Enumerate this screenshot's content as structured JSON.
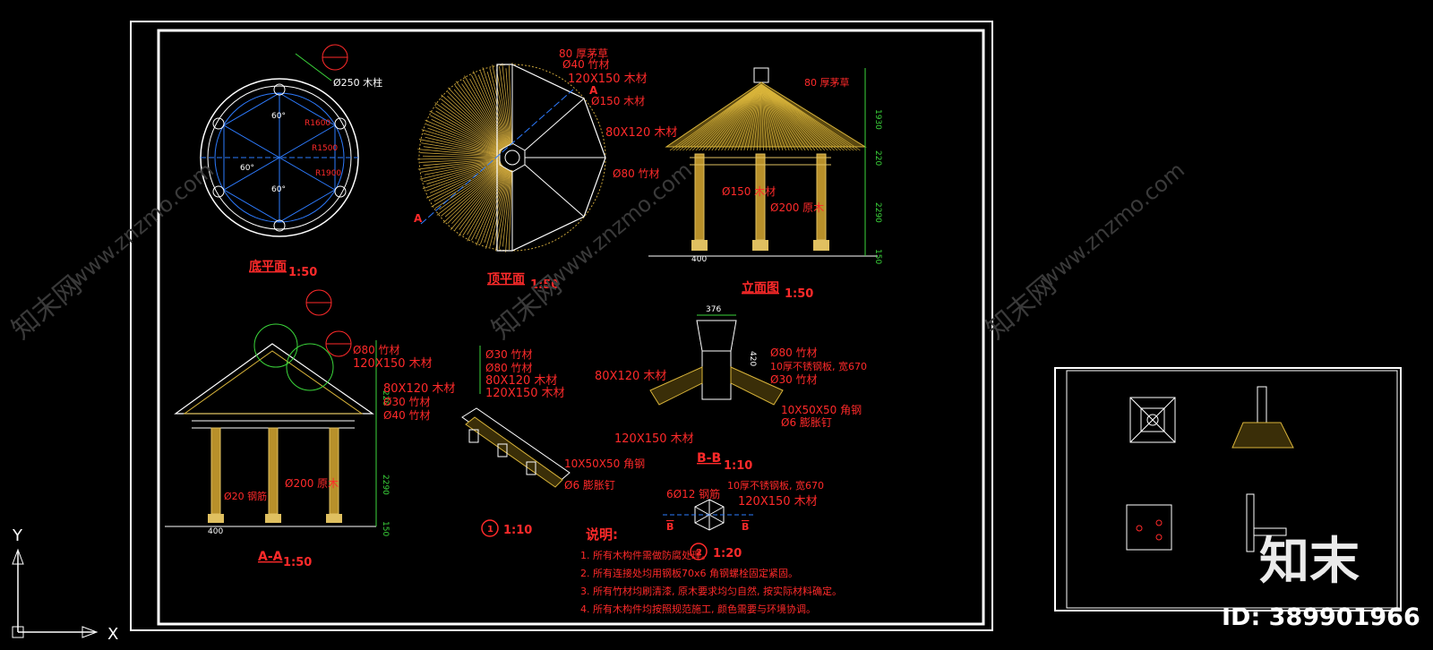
{
  "drawing": {
    "views": {
      "floor_plan": {
        "title": "底平面",
        "scale": "1:50"
      },
      "roof_plan": {
        "title": "顶平面",
        "scale": "1:50"
      },
      "elevation": {
        "title": "立面图",
        "scale": "1:50"
      },
      "section_aa": {
        "title": "A-A",
        "scale": "1:50"
      },
      "section_bb": {
        "title": "B-B",
        "scale": "1:10"
      },
      "detail_1": {
        "title": "1",
        "scale": "1:10"
      },
      "detail_2": {
        "title": "2",
        "scale": "1:20"
      }
    },
    "labels": {
      "rafter_80": "80 厚茅草",
      "pipe_40": "Ø40 竹材",
      "timber_120x150": "120X150 木材",
      "pipe_150": "Ø150 木材",
      "timber_80x120": "80X120 木材",
      "pipe_80": "Ø80 竹材",
      "pole_200": "Ø200 原木",
      "dia_250": "Ø250 木柱",
      "dia_30": "Ø30 竹材",
      "steel_10x70": "10厚不锈钢板, 宽670",
      "angle_10x50": "10X50X50 角钢",
      "bolt_6": "Ø6 膨胀钉",
      "rebar_6x12": "6Ø12 钢筋",
      "pole_20": "Ø20 钢筋",
      "section_a": "A",
      "section_b": "B"
    },
    "dims": {
      "h_1930": "1930",
      "h_220": "220",
      "h_2290": "2290",
      "h_150": "150",
      "w_400": "400",
      "w_376": "376",
      "w_420": "420",
      "r_1600": "R1600",
      "r_1500": "R1500",
      "r_1900": "R1900",
      "a_60": "60°"
    },
    "notes": {
      "heading": "说明:",
      "items": [
        "1.  所有木构件需做防腐处理。",
        "2.  所有连接处均用钢板70x6 角钢螺栓固定紧固。",
        "3.  所有竹材均刷清漆, 原木要求均匀自然, 按实际材料确定。",
        "4.  所有木构件均按照规范施工, 颜色需要与环境协调。"
      ]
    }
  },
  "axes": {
    "y": "Y",
    "x": "X"
  },
  "watermarks": {
    "site": "www.znzmo.com",
    "brand_cn": "知末网",
    "logo": "知末",
    "id": "ID: 389901966"
  }
}
